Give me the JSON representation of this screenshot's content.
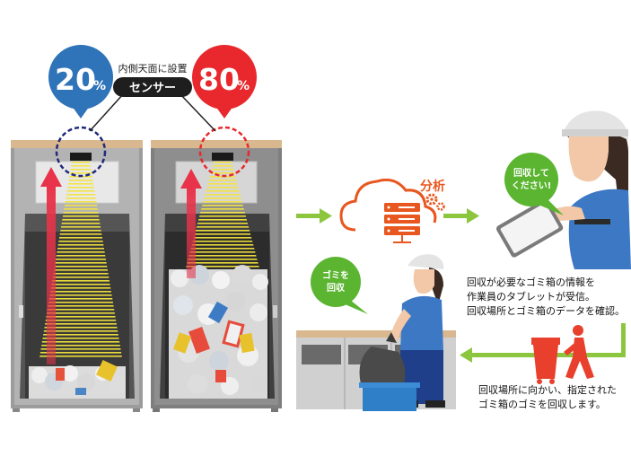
{
  "sensor": {
    "caption": "内側天面に設置",
    "label": "センサー"
  },
  "bins": [
    {
      "fill_percent": "20",
      "percent_unit": "%",
      "badge_color": "#2f73b8",
      "ring_color": "#1f2a7a"
    },
    {
      "fill_percent": "80",
      "percent_unit": "%",
      "badge_color": "#e8282c",
      "ring_color": "#e8282c"
    }
  ],
  "cloud": {
    "label": "分析",
    "color": "#e8571f"
  },
  "worker_tablet": {
    "bubble": [
      "回収して",
      "ください!"
    ]
  },
  "worker_collect": {
    "bubble": [
      "ゴミを",
      "回収"
    ]
  },
  "notes": {
    "tablet_info": [
      "回収が必要なゴミ箱の情報を",
      "作業員のタブレットが受信。",
      "回収場所とゴミ箱のデータを確認。"
    ],
    "collect_info": [
      "回収場所に向かい、指定された",
      "ゴミ箱のゴミを回収します。"
    ]
  },
  "colors": {
    "flow_arrow": "#8cc63f",
    "bubble_green": "#5bb531",
    "uniform_blue": "#3c78c3"
  }
}
